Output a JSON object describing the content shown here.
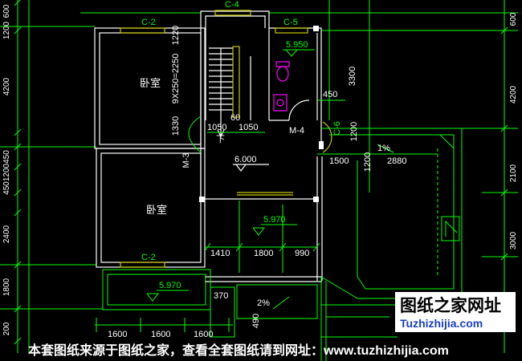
{
  "drawing": {
    "windows": {
      "c4": "C-4",
      "c2_top": "C-2",
      "c5": "C-5",
      "c2_bottom": "C-2",
      "c6": "C-6"
    },
    "doors": {
      "m4": "M-4",
      "m3": "M-3"
    },
    "rooms": {
      "bedroom_upper": "卧室",
      "bedroom_lower": "卧室"
    },
    "stair_label": "下",
    "elevations": {
      "bathroom": "5.950",
      "landing": "6.000",
      "hall": "5.970",
      "balcony": "5.970"
    },
    "slopes": {
      "terrace": "1%",
      "balcony": "2%"
    },
    "dimensions": {
      "upper_1220": "1220",
      "stair_run": "9X250=2250",
      "upper_1330": "1330",
      "d60": "60",
      "landing_left": "1050",
      "landing_right": "1050",
      "d450": "450",
      "d3300": "3300",
      "d1200_upper": "1200",
      "d1500": "1500",
      "d1200_lower": "1200",
      "d2880": "2880",
      "d1410": "1410",
      "d1800": "1800",
      "d990": "990",
      "d370": "370",
      "d490": "490"
    },
    "bottom_dims": [
      "1600",
      "1600",
      "1600"
    ],
    "left_axis": [
      "600",
      "1200",
      "4200",
      "4501200450",
      "2400",
      "1800",
      "200"
    ],
    "right_axis": [
      "600",
      "4200",
      "2100",
      "3000"
    ]
  },
  "watermark": {
    "logo_cn": "图纸之家网址",
    "logo_en": "Tuzhizhijia.com",
    "footer": "本套图纸来源于图纸之家，查看全套图纸请到网址：www.tuzhizhijia.com"
  },
  "colors": {
    "background": "#000000",
    "line_green": "#00ff00",
    "wall_white": "#ffffff",
    "window_yellow": "#c8c800",
    "fixture_magenta": "#ff00ff",
    "logo_background": "#ffffff",
    "logo_text": "#000000",
    "logo_blue": "#1a3fc4"
  }
}
